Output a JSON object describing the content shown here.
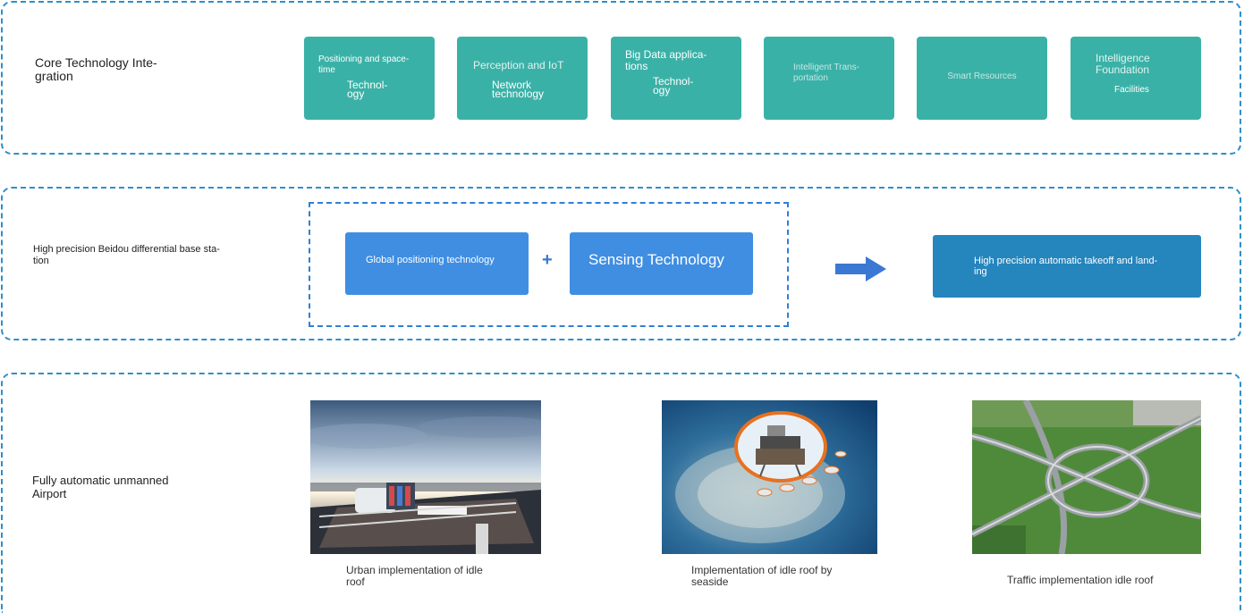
{
  "row1": {
    "title": "Core Technology Inte-\ngration",
    "cards": [
      {
        "line1": "Positioning and space-\ntime",
        "line2": "Technol-\nogy"
      },
      {
        "line1": "Perception and IoT",
        "line2": "Network\ntechnology"
      },
      {
        "line1": "Big Data applica-\ntions",
        "line2": "Technol-\nogy"
      },
      {
        "line1": "Intelligent Trans-\nportation"
      },
      {
        "line1": "Smart Resources"
      },
      {
        "line1": "Intelligence\nFoundation",
        "line2": "Facilities"
      }
    ]
  },
  "row2": {
    "title": "High precision Beidou differential base sta-\ntion",
    "global_label": "Global positioning technology",
    "plus": "+",
    "sensing_label": "Sensing Technology",
    "result_label": "High precision automatic takeoff and land-\ning"
  },
  "row3": {
    "title": "Fully automatic unmanned\nAirport",
    "captions": [
      "Urban implementation of idle\nroof",
      "Implementation of idle roof by\nseaside",
      "Traffic implementation idle roof"
    ]
  },
  "colors": {
    "panel_border": "#2f8fc9",
    "teal": "#3ab1a7",
    "blue": "#3f8ee2",
    "dark_blue": "#2585bd",
    "arrow": "#3a78d4"
  }
}
